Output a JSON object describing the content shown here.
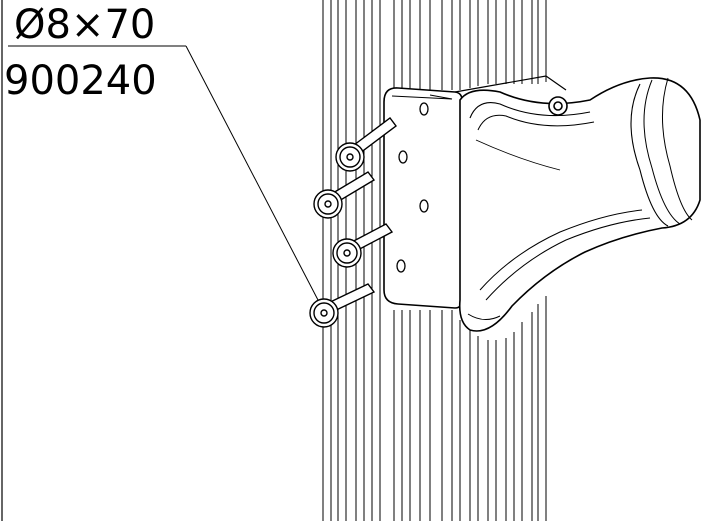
{
  "callout": {
    "dimension": "Ø8×70",
    "part_number": "900240"
  },
  "colors": {
    "line": "#000000",
    "background": "#ffffff"
  },
  "screws": {
    "count": 4
  }
}
